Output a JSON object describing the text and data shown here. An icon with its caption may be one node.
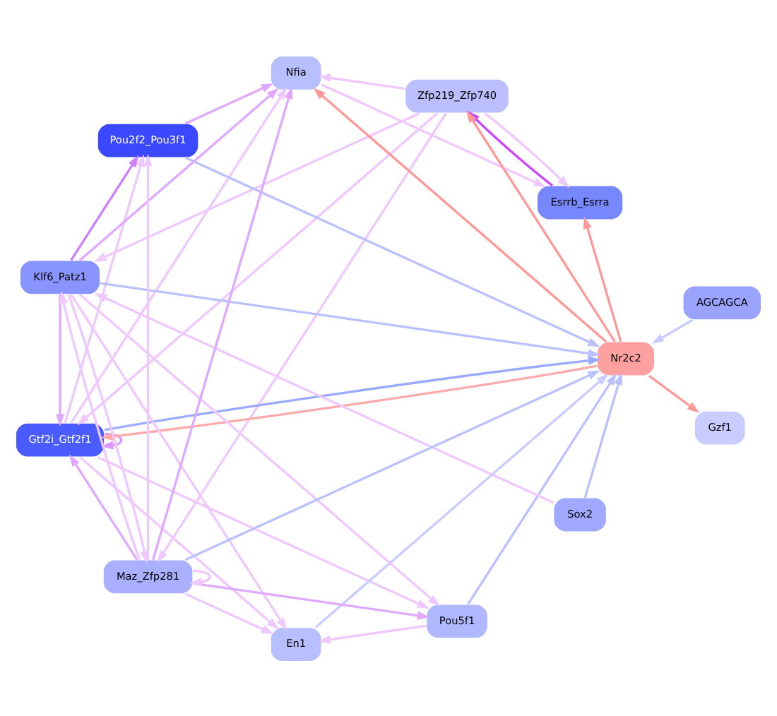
{
  "diagram": {
    "nodes": [
      {
        "text": [
          "Zfp219_Zfp740"
        ]
      },
      {
        "text": [
          "Esrrb_Esrra"
        ]
      },
      {
        "text": [
          "Gzf1"
        ]
      },
      {
        "text": [
          "Gtf2i_Gtf2f1"
        ]
      },
      {
        "text": [
          "Pou2f2_Pou3f1"
        ]
      },
      {
        "text": [
          "Nfia"
        ]
      },
      {
        "text": [
          "Nr2c2"
        ]
      },
      {
        "text": [
          "Pou5f1"
        ]
      },
      {
        "text": [
          "Sox2"
        ]
      },
      {
        "text": [
          "En1"
        ]
      },
      {
        "text": [
          "AGCAGCA"
        ]
      },
      {
        "text": [
          "Klf6_Patz1"
        ]
      },
      {
        "text": [
          "Maz_Zfp281"
        ]
      }
    ],
    "edges": [
      {
        "from": 6,
        "to": 0,
        "arrow": "to",
        "color": "#ff9999"
      },
      {
        "from": 6,
        "to": 1,
        "arrow": "to",
        "color": "#ff9999"
      },
      {
        "from": 6,
        "to": 2,
        "arrow": "to",
        "color": "#ff9999"
      },
      {
        "from": 6,
        "to": 3,
        "arrow": "to",
        "color": "#ffaaaa"
      },
      {
        "from": 6,
        "to": 5,
        "arrow": "to",
        "color": "#ff9999"
      },
      {
        "from": 3,
        "to": 6,
        "arrow": "to",
        "color": "#99aaff"
      },
      {
        "from": 4,
        "to": 6,
        "arrow": "to",
        "color": "#bbc0ff"
      },
      {
        "from": 7,
        "to": 6,
        "arrow": "to",
        "color": "#bbc0ff"
      },
      {
        "from": 8,
        "to": 6,
        "arrow": "to",
        "color": "#bbc0ff"
      },
      {
        "from": 9,
        "to": 6,
        "arrow": "to",
        "color": "#c8ccff"
      },
      {
        "from": 10,
        "to": 6,
        "arrow": "to",
        "color": "#c8ccff"
      },
      {
        "from": 11,
        "to": 6,
        "arrow": "to",
        "color": "#bbc0ff"
      },
      {
        "from": 12,
        "to": 6,
        "arrow": "to",
        "color": "#bbc0ff"
      },
      {
        "from": 1,
        "to": 0,
        "arrow": "to",
        "color": "#cc44ff"
      },
      {
        "from": 0,
        "to": 1,
        "arrow": "to"
      },
      {
        "from": 3,
        "to": 3,
        "arrow": "to",
        "color": "#dd99ff"
      },
      {
        "from": 0,
        "to": 3,
        "arrow": "to"
      },
      {
        "from": 0,
        "to": 5,
        "arrow": "to"
      },
      {
        "from": 3,
        "to": 5,
        "arrow": "to"
      },
      {
        "from": 3,
        "to": 4,
        "arrow": "to"
      },
      {
        "from": 3,
        "to": 7,
        "arrow": "to"
      },
      {
        "from": 3,
        "to": 9,
        "arrow": "to"
      },
      {
        "from": 5,
        "to": 1,
        "arrow": "to"
      },
      {
        "from": 4,
        "to": 5,
        "arrow": "to",
        "color": "#e0a8ff"
      },
      {
        "from": 12,
        "to": 7,
        "arrow": "to",
        "color": "#e0a8ff"
      },
      {
        "from": 11,
        "to": 4,
        "arrow": "to",
        "color": "#d080ff"
      },
      {
        "from": 12,
        "to": 4,
        "arrow": "to"
      },
      {
        "from": 11,
        "to": 7,
        "arrow": "to"
      },
      {
        "from": 7,
        "to": 9,
        "arrow": "to"
      },
      {
        "from": 11,
        "to": 9,
        "arrow": "to"
      },
      {
        "from": 12,
        "to": 9,
        "arrow": "to"
      },
      {
        "from": 0,
        "to": 11,
        "arrow": "to"
      },
      {
        "from": 0,
        "to": 12,
        "arrow": "to"
      },
      {
        "from": 11,
        "to": 3,
        "arrow": "to",
        "color": "#e0a8ff"
      },
      {
        "from": 12,
        "to": 3,
        "arrow": "to",
        "color": "#e0a8ff"
      },
      {
        "from": 11,
        "to": 5,
        "arrow": "to",
        "color": "#e0a8ff"
      },
      {
        "from": 12,
        "to": 5,
        "arrow": "to",
        "color": "#e0a8ff"
      },
      {
        "from": 8,
        "to": 11,
        "arrow": "to"
      },
      {
        "from": 11,
        "to": 12,
        "arrow": "to"
      },
      {
        "from": 12,
        "to": 11,
        "arrow": "to"
      },
      {
        "from": 12,
        "to": 12,
        "arrow": "to"
      }
    ]
  }
}
